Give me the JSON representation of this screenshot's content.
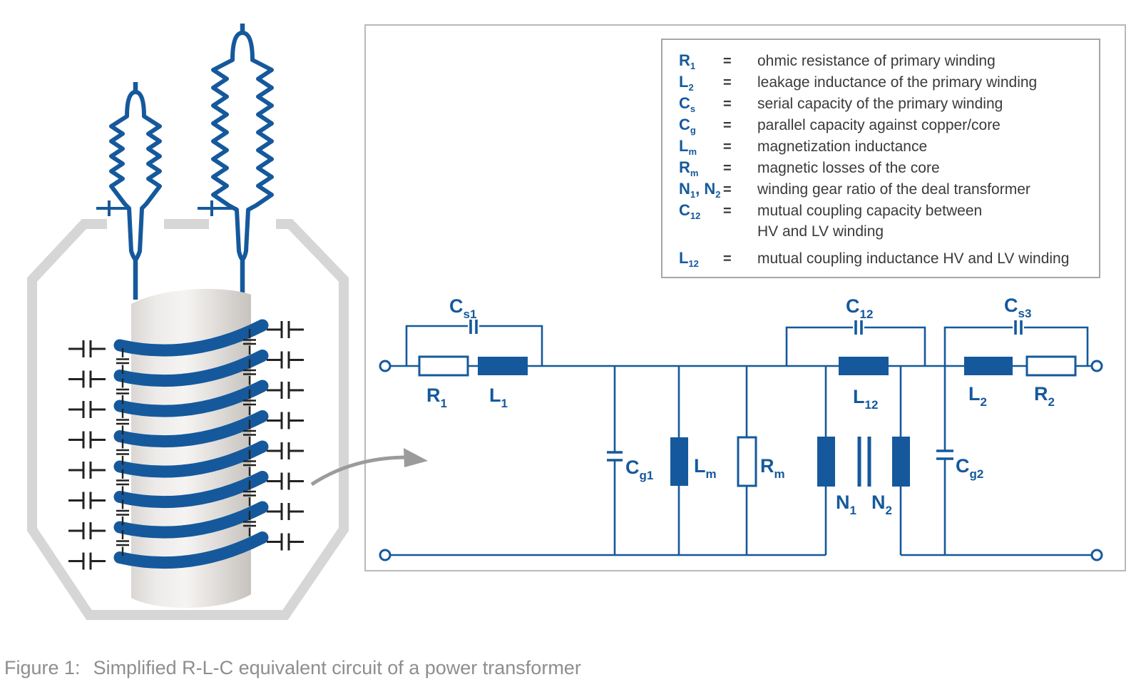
{
  "colors": {
    "blue": "#15599c",
    "black": "#222222",
    "tankgray": "#d6d6d6",
    "arrowgray": "#9b9b9b",
    "textgray": "#3a3a3a",
    "captiongray": "#8e8e8e"
  },
  "legend": {
    "rows": [
      {
        "s1": "R",
        "b1": "1",
        "eq": "=",
        "desc": "ohmic resistance of primary winding"
      },
      {
        "s1": "L",
        "b1": "2",
        "eq": "=",
        "desc": "leakage inductance of the primary winding"
      },
      {
        "s1": "C",
        "b1": "s",
        "eq": "=",
        "desc": "serial capacity of the primary winding"
      },
      {
        "s1": "C",
        "b1": "g",
        "eq": "=",
        "desc": "parallel capacity against copper/core"
      },
      {
        "s1": "L",
        "b1": "m",
        "eq": "=",
        "desc": "magnetization inductance"
      },
      {
        "s1": "R",
        "b1": "m",
        "eq": "=",
        "desc": "magnetic losses of the core"
      },
      {
        "s1": "N",
        "b1": "1",
        "s2": ", N",
        "b2": "2",
        "eq": "=",
        "desc": "winding gear ratio of the deal transformer"
      },
      {
        "s1": "C",
        "b1": "12",
        "eq": "=",
        "desc": "mutual coupling capacity between"
      },
      {
        "desc": "HV and LV winding"
      },
      {
        "s1": "L",
        "b1": "12",
        "eq": "=",
        "desc": "mutual coupling inductance HV and LV winding"
      }
    ]
  },
  "circuit": {
    "labels": {
      "cs1": {
        "main": "C",
        "sub": "s1"
      },
      "r1": {
        "main": "R",
        "sub": "1"
      },
      "l1": {
        "main": "L",
        "sub": "1"
      },
      "cg1": {
        "main": "C",
        "sub": "g1"
      },
      "lm": {
        "main": "L",
        "sub": "m"
      },
      "rm": {
        "main": "R",
        "sub": "m"
      },
      "c12": {
        "main": "C",
        "sub": "12"
      },
      "l12": {
        "main": "L",
        "sub": "12"
      },
      "n1": {
        "main": "N",
        "sub": "1"
      },
      "n2": {
        "main": "N",
        "sub": "2"
      },
      "cg2": {
        "main": "C",
        "sub": "g2"
      },
      "cs3": {
        "main": "C",
        "sub": "s3"
      },
      "l2": {
        "main": "L",
        "sub": "2"
      },
      "r2": {
        "main": "R",
        "sub": "2"
      }
    }
  },
  "caption": {
    "label": "Figure 1:",
    "text": "Simplified R-L-C equivalent circuit of a power transformer"
  }
}
